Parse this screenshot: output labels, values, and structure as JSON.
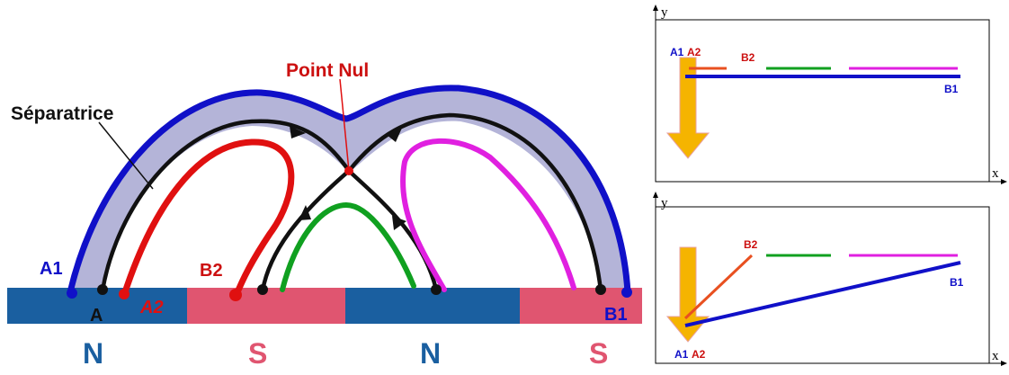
{
  "main": {
    "separatrix_label": "Séparatrice",
    "null_point_label": "Point Nul",
    "footpoints": {
      "a1": "A1",
      "a": "A",
      "a2": "A2",
      "b2": "B2",
      "b1": "B1"
    },
    "poles": [
      "N",
      "S",
      "N",
      "S"
    ]
  },
  "panel_top": {
    "y_axis": "y",
    "x_axis": "x",
    "labels": {
      "a1": "A1",
      "a2": "A2",
      "b2": "B2",
      "b1": "B1"
    }
  },
  "panel_bottom": {
    "y_axis": "y",
    "x_axis": "x",
    "labels": {
      "a1": "A1",
      "a2": "A2",
      "b2": "B2",
      "b1": "B1"
    }
  },
  "colors": {
    "blue": "#1010c8",
    "red": "#e01010",
    "green": "#10a020",
    "magenta": "#e020e0",
    "black": "#111111",
    "lavender": "#b4b4d8",
    "north": "#1a5fa0",
    "south": "#e05570",
    "arrow": "#f5b400",
    "orange": "#e85020"
  }
}
